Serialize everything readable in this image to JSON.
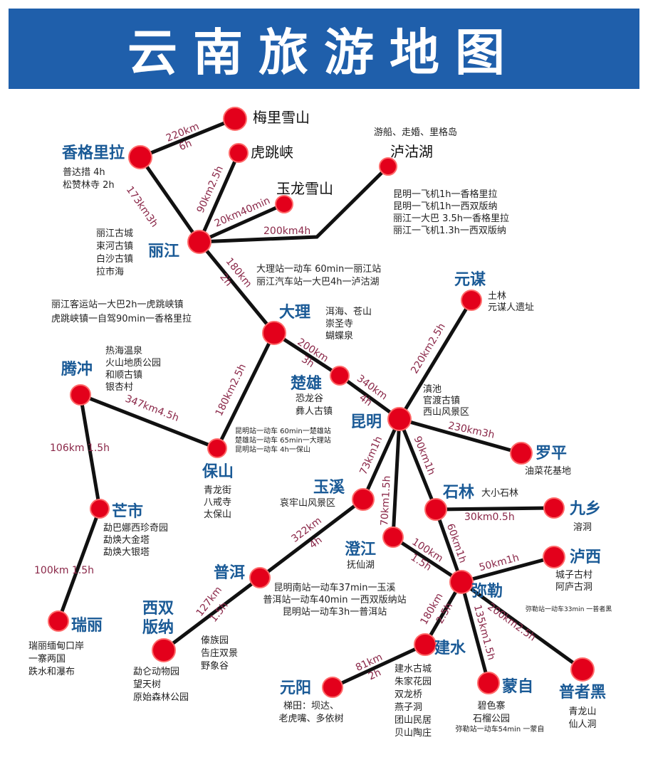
{
  "title": "云南旅游地图",
  "colors": {
    "header": "#1f5fab",
    "node": "#e3001b",
    "city_text": "#1a5a96",
    "edge_label": "#8a2748",
    "edge": "#111111"
  },
  "nodes": {
    "meili": {
      "name": "梅里雪山",
      "type": "spot"
    },
    "shangri": {
      "name": "香格里拉",
      "type": "city",
      "desc": [
        "普达措 4h",
        "松赞林寺 2h"
      ]
    },
    "hutiao": {
      "name": "虎跳峡",
      "type": "spot"
    },
    "yulong": {
      "name": "玉龙雪山",
      "type": "spot"
    },
    "lugu": {
      "name": "泸沽湖",
      "type": "spot",
      "desc": [
        "游船、走婚、里格岛"
      ]
    },
    "lijiang": {
      "name": "丽江",
      "type": "city",
      "desc": [
        "丽江古城",
        "束河古镇",
        "白沙古镇",
        "拉市海"
      ]
    },
    "dali": {
      "name": "大理",
      "type": "city",
      "desc": [
        "洱海、苍山",
        "崇圣寺",
        "蝴蝶泉"
      ]
    },
    "yuanmou": {
      "name": "元谋",
      "type": "city",
      "desc": [
        "土林",
        "元谋人遗址"
      ]
    },
    "chuxiong": {
      "name": "楚雄",
      "type": "city",
      "desc": [
        "恐龙谷",
        "彝人古镇"
      ]
    },
    "kunming": {
      "name": "昆明",
      "type": "city",
      "desc": [
        "滇池",
        "官渡古镇",
        "西山风景区"
      ]
    },
    "tengchong": {
      "name": "腾冲",
      "type": "city",
      "desc": [
        "热海温泉",
        "火山地质公园",
        "和顺古镇",
        "银杏村"
      ]
    },
    "baoshan": {
      "name": "保山",
      "type": "city",
      "desc": [
        "青龙街",
        "八戒寺",
        "太保山"
      ]
    },
    "luoping": {
      "name": "罗平",
      "type": "city",
      "desc": [
        "油菜花基地"
      ]
    },
    "yuxi": {
      "name": "玉溪",
      "type": "city",
      "desc": [
        "哀牢山风景区"
      ]
    },
    "shilin": {
      "name": "石林",
      "type": "city",
      "desc": [
        "大小石林"
      ]
    },
    "jiuxiang": {
      "name": "九乡",
      "type": "city",
      "desc": [
        "溶洞"
      ]
    },
    "mangshi": {
      "name": "芒市",
      "type": "city",
      "desc": [
        "勐巴娜西珍奇园",
        "勐焕大金塔",
        "勐焕大银塔"
      ]
    },
    "chengjiang": {
      "name": "澄江",
      "type": "city",
      "desc": [
        "抚仙湖"
      ]
    },
    "luxi": {
      "name": "泸西",
      "type": "city",
      "desc": [
        "城子古村",
        "阿庐古洞"
      ]
    },
    "mile": {
      "name": "弥勒",
      "type": "city"
    },
    "puer": {
      "name": "普洱",
      "type": "city"
    },
    "ruili": {
      "name": "瑞丽",
      "type": "city",
      "desc": [
        "瑞丽缅甸口岸",
        "一寨两国",
        "跌水和瀑布"
      ]
    },
    "xsbn": {
      "name": "西双版纳",
      "name_lines": [
        "西双",
        "版纳"
      ],
      "type": "city",
      "desc": [
        "勐仑动物园",
        "望天树",
        "原始森林公园"
      ],
      "desc2": [
        "傣族园",
        "告庄双景",
        "野象谷"
      ]
    },
    "jianshui": {
      "name": "建水",
      "type": "city",
      "desc": [
        "建水古城",
        "朱家花园",
        "双龙桥",
        "燕子洞",
        "团山民居",
        "贝山陶庄"
      ]
    },
    "yuanyang": {
      "name": "元阳",
      "type": "city",
      "desc": [
        "梯田：坝达、",
        "老虎嘴、多依树"
      ]
    },
    "mengzi": {
      "name": "蒙自",
      "type": "city",
      "desc": [
        "碧色寨",
        "石榴公园"
      ]
    },
    "puzhehei": {
      "name": "普者黑",
      "type": "city",
      "desc": [
        "青龙山",
        "仙人洞"
      ]
    }
  },
  "edges": [
    {
      "from": "shangri",
      "to": "meili",
      "label": [
        "220km",
        "6h"
      ]
    },
    {
      "from": "shangri",
      "to": "lijiang",
      "label": [
        "173km3h"
      ]
    },
    {
      "from": "lijiang",
      "to": "hutiao",
      "label": [
        "90km2.5h"
      ]
    },
    {
      "from": "lijiang",
      "to": "yulong",
      "label": [
        "20km40min"
      ]
    },
    {
      "from": "lijiang",
      "to": "lugu",
      "label": [
        "200km4h"
      ]
    },
    {
      "from": "lijiang",
      "to": "dali",
      "label": [
        "180km",
        "2h"
      ]
    },
    {
      "from": "dali",
      "to": "chuxiong",
      "label": [
        "200km",
        "3h"
      ]
    },
    {
      "from": "chuxiong",
      "to": "kunming",
      "label": [
        "340km",
        "4h"
      ]
    },
    {
      "from": "dali",
      "to": "baoshan",
      "label": [
        "180km2.5h"
      ]
    },
    {
      "from": "tengchong",
      "to": "baoshan",
      "label": [
        "347km4.5h"
      ]
    },
    {
      "from": "tengchong",
      "to": "mangshi",
      "label": [
        "106km 1.5h"
      ]
    },
    {
      "from": "mangshi",
      "to": "ruili",
      "label": [
        "100km 1.5h"
      ]
    },
    {
      "from": "kunming",
      "to": "yuanmou",
      "label": [
        "220km2.5h"
      ]
    },
    {
      "from": "kunming",
      "to": "luoping",
      "label": [
        "230km3h"
      ]
    },
    {
      "from": "kunming",
      "to": "yuxi",
      "label": [
        "73km1h"
      ]
    },
    {
      "from": "kunming",
      "to": "chengjiang",
      "label": [
        "70km1.5h"
      ]
    },
    {
      "from": "kunming",
      "to": "shilin",
      "label": [
        "90km1h"
      ]
    },
    {
      "from": "shilin",
      "to": "jiuxiang",
      "label": [
        "30km0.5h"
      ]
    },
    {
      "from": "shilin",
      "to": "mile",
      "label": [
        "60km1h"
      ]
    },
    {
      "from": "chengjiang",
      "to": "mile",
      "label": [
        "100km",
        "1.5h"
      ]
    },
    {
      "from": "mile",
      "to": "luxi",
      "label": [
        "50km1h"
      ]
    },
    {
      "from": "yuxi",
      "to": "puer",
      "label": [
        "322km",
        "4h"
      ]
    },
    {
      "from": "puer",
      "to": "xsbn",
      "label": [
        "127km",
        "1.5h"
      ]
    },
    {
      "from": "mile",
      "to": "jianshui",
      "label": [
        "180km",
        "2.5h"
      ]
    },
    {
      "from": "mile",
      "to": "mengzi",
      "label": [
        "135km1.5h"
      ]
    },
    {
      "from": "mile",
      "to": "puzhehei",
      "label": [
        "200km2.5h"
      ]
    },
    {
      "from": "jianshui",
      "to": "yuanyang",
      "label": [
        "81km",
        "2h"
      ]
    }
  ],
  "notes": {
    "dali_lijiang": [
      "大理站一动车 60min一丽江站",
      "丽江汽车站一大巴4h一泸沽湖"
    ],
    "lijiang_hutiao": [
      "丽江客运站一大巴2h一虎跳峡镇",
      "虎跳峡镇一自驾90min一香格里拉"
    ],
    "flights": [
      "昆明一飞机1h一香格里拉",
      "昆明一飞机1h一西双版纳",
      "丽江一大巴 3.5h一香格里拉",
      "丽江一飞机1.3h一西双版纳"
    ],
    "kunming_baoshan": [
      "昆明站一动车 60min一楚雄站",
      "楚雄站一动车 65min一大理站",
      "昆明站一动车 4h一保山"
    ],
    "kunming_puer": [
      "昆明南站一动车37min一玉溪",
      "普洱站一动车40min 一西双版纳站",
      "昆明站一动车3h一普洱站"
    ],
    "mile_puzhehei": [
      "弥勒站一动车33min 一普者黑"
    ],
    "mile_mengzi": [
      "弥勒站一动车54min 一蒙自"
    ]
  }
}
